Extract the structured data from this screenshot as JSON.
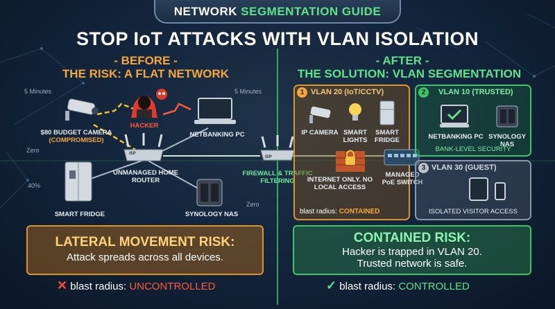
{
  "header": {
    "title_part1": "NETWORK",
    "title_part2": "SEGMENTATION GUIDE",
    "main_title": "STOP IoT ATTACKS WITH VLAN ISOLATION"
  },
  "colors": {
    "orange": "#f4a73c",
    "green": "#5fe38a",
    "red": "#ff5a3a",
    "accent_bg": "#12233a"
  },
  "before": {
    "heading": "- BEFORE -",
    "subheading": "THE RISK: A FLAT NETWORK",
    "time_left": "5 Minutes",
    "time_right": "5 Minutes",
    "zero_label": "Zero",
    "percent_label": "40%",
    "zero_right": "Zero",
    "camera_label": "$80 BUDGET CAMERA",
    "camera_status": "(COMPROMISED)",
    "hacker_label": "HACKER",
    "pc_label": "NETBANKING PC",
    "router_label": "UNMANAGED HOME ROUTER",
    "router_tag": "ISP",
    "fridge_label": "SMART FRIDGE",
    "nas_label": "SYNOLOGY NAS",
    "risk_title": "LATERAL MOVEMENT RISK:",
    "risk_desc": "Attack spreads across all devices.",
    "blast_label": "blast radius:",
    "blast_value": "UNCONTROLLED"
  },
  "after": {
    "heading": "- AFTER -",
    "subheading": "THE SOLUTION: VLAN SEGMENTATION",
    "firewall_label": "FIREWALL & TRAFFIC FILTERING",
    "firewall_tag": "ISP",
    "vlan20": {
      "num": "1",
      "title": "VLAN 20 (IoT/CCTV)",
      "dev1": "IP CAMERA",
      "dev2": "SMART LIGHTS",
      "dev3": "SMART FRIDGE",
      "note": "INTERNET ONLY. NO LOCAL ACCESS",
      "blast_label": "blast radius:",
      "blast_value": "CONTAINED"
    },
    "vlan10": {
      "num": "2",
      "title": "VLAN 10 (TRUSTED)",
      "dev1": "NETBANKING PC",
      "dev2": "SYNOLOGY NAS",
      "note": "BANK-LEVEL SECURITY"
    },
    "vlan30": {
      "num": "3",
      "title": "VLAN 30 (GUEST)",
      "note": "ISOLATED VISITOR ACCESS"
    },
    "switch_label": "MANAGED PoE SWITCH",
    "result_title": "CONTAINED RISK:",
    "result_line1": "Hacker is trapped in VLAN 20.",
    "result_line2": "Trusted network is safe.",
    "blast_label": "blast radius:",
    "blast_value": "CONTROLLED"
  },
  "icons": [
    "camera-icon",
    "hacker-icon",
    "skull-icon",
    "laptop-icon",
    "router-icon",
    "fridge-icon",
    "nas-icon",
    "firewall-icon",
    "lock-icon",
    "bulb-icon",
    "switch-icon",
    "monitor-icon",
    "tablet-icon",
    "phone-icon",
    "cross-icon",
    "check-icon"
  ]
}
